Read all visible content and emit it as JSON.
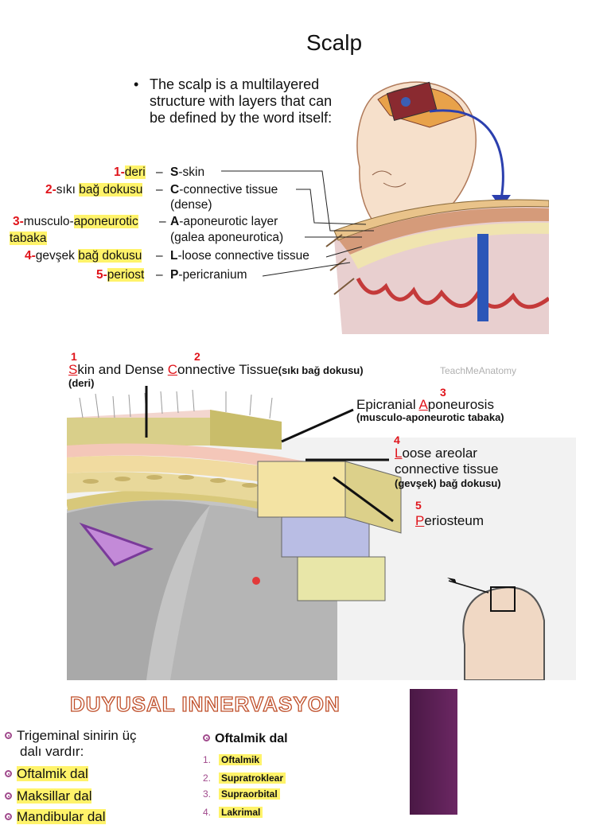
{
  "title": "Scalp",
  "intro": {
    "bullet": "•",
    "text": "The scalp is a multilayered structure with layers that can be defined by the word itself:"
  },
  "layers": [
    {
      "num": "1-",
      "turkish": "deri",
      "letter": "S",
      "english": "-skin",
      "sub": ""
    },
    {
      "num": "2-",
      "turkish_prefix": "sıkı ",
      "turkish": "bağ dokusu",
      "letter": "C",
      "english": "-connective tissue",
      "sub": "(dense)"
    },
    {
      "num": "3-",
      "turkish_prefix": "musculo-",
      "turkish": "aponeurotic",
      "turkish_line2": "tabaka",
      "letter": "A",
      "english": "-aponeurotic layer",
      "sub": "(galea aponeurotica)"
    },
    {
      "num": "4-",
      "turkish_prefix": "gevşek ",
      "turkish": "bağ dokusu",
      "letter": "L",
      "english": "-loose connective tissue",
      "sub": ""
    },
    {
      "num": "5-",
      "turkish": "periost",
      "letter": "P",
      "english": "-pericranium",
      "sub": ""
    }
  ],
  "dash": "–",
  "diagram2": {
    "watermark": "TeachMeAnatomy",
    "labels": [
      {
        "num": "1",
        "first": "S",
        "rest": "kin and Dense ",
        "first2": "C",
        "rest2": "onnective Tissue",
        "tr": "(sıkı bağ dokusu)",
        "tr2": "(deri)",
        "num2": "2"
      },
      {
        "num": "3",
        "pre": "Epicranial ",
        "first": "A",
        "rest": "poneurosis",
        "tr": "(musculo-aponeurotic tabaka)"
      },
      {
        "num": "4",
        "first": "L",
        "rest": "oose areolar",
        "line2": "connective tissue",
        "tr": "(gevşek) bağ dokusu)"
      },
      {
        "num": "5",
        "first": "P",
        "rest": "eriosteum"
      }
    ]
  },
  "innervation": {
    "heading": "DUYUSAL INNERVASYON",
    "left": [
      {
        "text": "Trigeminal sinirin üç",
        "line2": "dalı vardır:",
        "hl": false
      },
      {
        "text": "Oftalmik dal",
        "hl": true
      },
      {
        "text": "Maksillar dal",
        "hl": true
      },
      {
        "text": "Mandibular dal",
        "hl": true
      }
    ],
    "right_heading": "Oftalmik dal",
    "right_items": [
      {
        "n": "1.",
        "t": "Oftalmik"
      },
      {
        "n": "2.",
        "t": "Supratroklear"
      },
      {
        "n": "3.",
        "t": "Supraorbital"
      },
      {
        "n": "4.",
        "t": "Lakrimal"
      }
    ]
  },
  "colors": {
    "accent_red": "#e0141b",
    "highlight": "#fff36a",
    "purple": "#5e1f57"
  }
}
